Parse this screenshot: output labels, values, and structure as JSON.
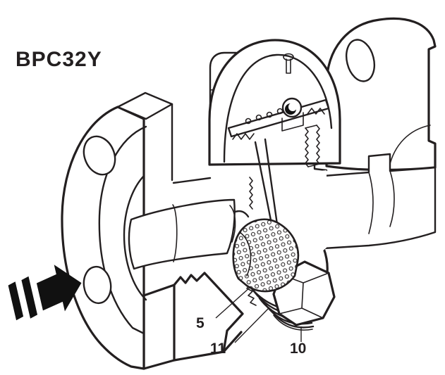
{
  "colors": {
    "line": "#231f20",
    "background": "#ffffff",
    "arrow": "#111111"
  },
  "diagram": {
    "model_label": "BPC32Y",
    "part_labels": [
      "5",
      "11",
      "10"
    ]
  }
}
